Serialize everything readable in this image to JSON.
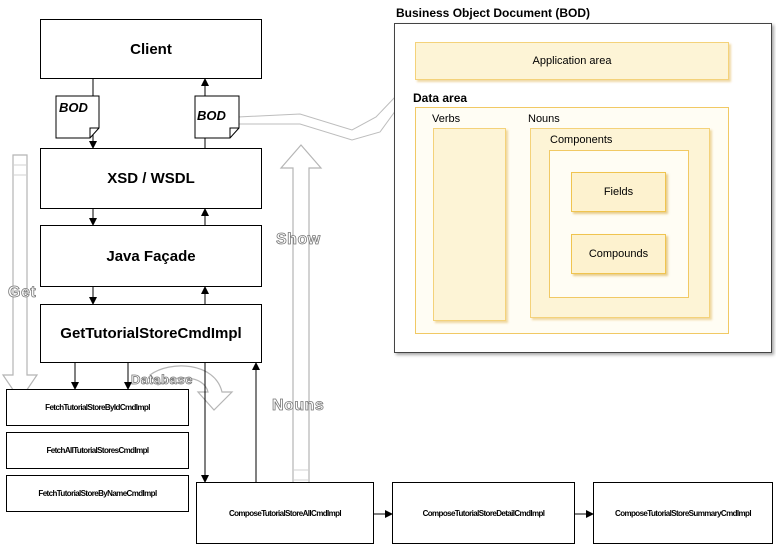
{
  "boxes": {
    "client": "Client",
    "xsd": "XSD / WSDL",
    "facade": "Java Façade",
    "cmd": "GetTutorialStoreCmdImpl",
    "fetch_by_id": "FetchTutorialStoreByIdCmdImpl",
    "fetch_all": "FetchAllTutorialStoresCmdImpl",
    "fetch_by_name": "FetchTutorialStoreByNameCmdImpl",
    "compose_all": "ComposeTutorialStoreAllCmdImpl",
    "compose_detail": "ComposeTutorialStoreDetailCmdImpl",
    "compose_summary": "ComposeTutorialStoreSummaryCmdImpl"
  },
  "docs": {
    "bod_left": "BOD",
    "bod_right": "BOD"
  },
  "flow_labels": {
    "get": "Get",
    "show": "Show",
    "database": "Database",
    "nouns": "Nouns"
  },
  "bod_panel": {
    "title": "Business Object Document (BOD)",
    "application_area": "Application area",
    "data_area": "Data area",
    "verbs": "Verbs",
    "nouns": "Nouns",
    "components": "Components",
    "fields": "Fields",
    "compounds": "Compounds"
  }
}
